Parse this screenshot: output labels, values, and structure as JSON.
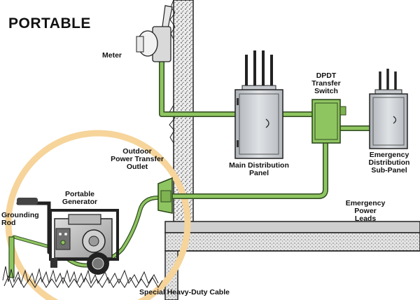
{
  "title": "PORTABLE",
  "labels": {
    "meter": "Meter",
    "dpdt": [
      "DPDT",
      "Transfer",
      "Switch"
    ],
    "main_panel": [
      "Main Distribution",
      "Panel"
    ],
    "sub_panel": [
      "Emergency",
      "Distribution",
      "Sub-Panel"
    ],
    "outlet": [
      "Outdoor",
      "Power Transfer",
      "Outlet"
    ],
    "generator": [
      "Portable",
      "Generator"
    ],
    "grounding": [
      "Grounding",
      "Rod"
    ],
    "leads": [
      "Emergency",
      "Power",
      "Leads"
    ],
    "cable": "Special Heavy-Duty Cable"
  },
  "colors": {
    "conduit": "#8fc561",
    "conduit_edge": "#2f4a1f",
    "highlight_ring": "#f6d49a",
    "panel": "#c8ccd0",
    "wall": "#d9d9d9"
  }
}
